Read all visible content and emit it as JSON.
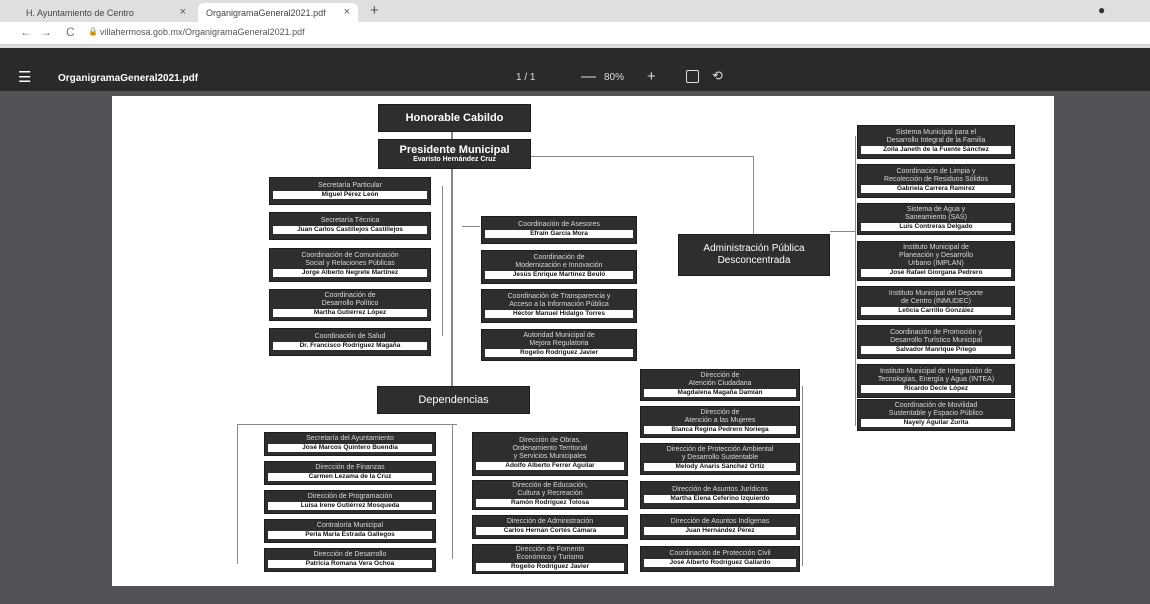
{
  "browser": {
    "tabs": [
      {
        "label": "H. Ayuntamiento de Centro",
        "close": "×"
      },
      {
        "label": "OrganigramaGeneral2021.pdf",
        "close": "×"
      }
    ],
    "new_tab": "+",
    "url": "villahermosa.gob.mx/OrganigramaGeneral2021.pdf",
    "back": "←",
    "forward": "→",
    "reload": "C"
  },
  "viewer": {
    "menu_icon": "hamburger-icon",
    "title": "OrganigramaGeneral2021.pdf",
    "page": "1 / 1",
    "minus": "—",
    "zoom": "80%",
    "plus": "+"
  },
  "org": {
    "top": "Honorable Cabildo",
    "president": {
      "title": "Presidente Municipal",
      "name": "Evaristo Hernández Cruz"
    },
    "left_staff": [
      {
        "title": "Secretaría Particular",
        "name": "Miguel Pérez León"
      },
      {
        "title": "Secretaría Técnica",
        "name": "Juan Carlos Castillejos Castillejos"
      },
      {
        "title": "Coordinación de Comunicación\nSocial y Relaciones Públicas",
        "name": "Jorge Alberto Negrete Martínez"
      },
      {
        "title": "Coordinación de\nDesarrollo Político",
        "name": "Martha Gutiérrez López"
      },
      {
        "title": "Coordinación de Salud",
        "name": "Dr. Francisco Rodríguez Magaña"
      }
    ],
    "right_staff": [
      {
        "title": "Coordinación de Asesores",
        "name": "Efraín García Mora"
      },
      {
        "title": "Coordinación de\nModernización e Innovación",
        "name": "Jesús Enrique Martínez Beuló"
      },
      {
        "title": "Coordinación de Transparencia y\nAcceso a la Información Pública",
        "name": "Héctor Manuel Hidalgo Torres"
      },
      {
        "title": "Autoridad Municipal de\nMejora Regulatoria",
        "name": "Rogelio Rodríguez Javier"
      }
    ],
    "admin": "Administración Pública\nDesconcentrada",
    "decentralized": [
      {
        "title": "Sistema Municipal para el\nDesarrollo Integral de la Familia",
        "name": "Zoila Janeth de la Fuente Sánchez"
      },
      {
        "title": "Coordinación de Limpia y\nRecolección de Residuos Sólidos",
        "name": "Gabriela Carrera Ramírez"
      },
      {
        "title": "Sistema de Agua y\nSaneamiento (SAS)",
        "name": "Luis Contreras Delgado"
      },
      {
        "title": "Instituto Municipal de\nPlaneación y Desarrollo\nUrbano (IMPLAN)",
        "name": "José Rafael Giorgana Pedrero"
      },
      {
        "title": "Instituto Municipal del Deporte\nde Centro (INMUDEC)",
        "name": "Leticia Carrillo González"
      },
      {
        "title": "Coordinación de Promoción y\nDesarrollo Turístico Municipal",
        "name": "Salvador Manrique Priego"
      },
      {
        "title": "Instituto Municipal de Integración de\nTecnologías, Energía y Agua (INTEA)",
        "name": "Ricardo Decle López"
      },
      {
        "title": "Coordinación de Movilidad\nSustentable y Espacio Público",
        "name": "Nayely Aguilar Zurita"
      }
    ],
    "dependencias": "Dependencias",
    "dep_col1": [
      {
        "title": "Secretaría del Ayuntamiento",
        "name": "José Marcos Quintero Buendía"
      },
      {
        "title": "Dirección de Finanzas",
        "name": "Carmen Lezama de la Cruz"
      },
      {
        "title": "Dirección de Programación",
        "name": "Luisa Irene Gutiérrez Mosqueda"
      },
      {
        "title": "Contraloría Municipal",
        "name": "Perla María Estrada Gallegos"
      },
      {
        "title": "Dirección de Desarrollo",
        "name": "Patricia Romana Vera Ochoa"
      }
    ],
    "dep_col2": [
      {
        "title": "Dirección de Obras,\nOrdenamiento Territorial\ny Servicios Municipales",
        "name": "Adolfo Alberto Ferrer Aguilar"
      },
      {
        "title": "Dirección de Educación,\nCultura y Recreación",
        "name": "Ramón Rodríguez Tolosa"
      },
      {
        "title": "Dirección de Administración",
        "name": "Carlos Hernán Cortés Cámara"
      },
      {
        "title": "Dirección de Fomento\nEconómico y Turismo",
        "name": "Rogelio Rodríguez Javier"
      }
    ],
    "dep_col3": [
      {
        "title": "Dirección de\nAtención Ciudadana",
        "name": "Magdalena Magaña Damián"
      },
      {
        "title": "Dirección de\nAtención a las Mujeres",
        "name": "Blanca Regina Pedrero Noriega"
      },
      {
        "title": "Dirección de Protección Ambiental\ny Desarrollo Sustentable",
        "name": "Melody Anaris Sánchez Ortiz"
      },
      {
        "title": "Dirección de Asuntos Jurídicos",
        "name": "Martha Elena Ceferino Izquierdo"
      },
      {
        "title": "Dirección de Asuntos Indígenas",
        "name": "Juan Hernández Pérez"
      },
      {
        "title": "Coordinación de Protección Civil",
        "name": "José Alberto Rodríguez Gallardo"
      }
    ]
  }
}
